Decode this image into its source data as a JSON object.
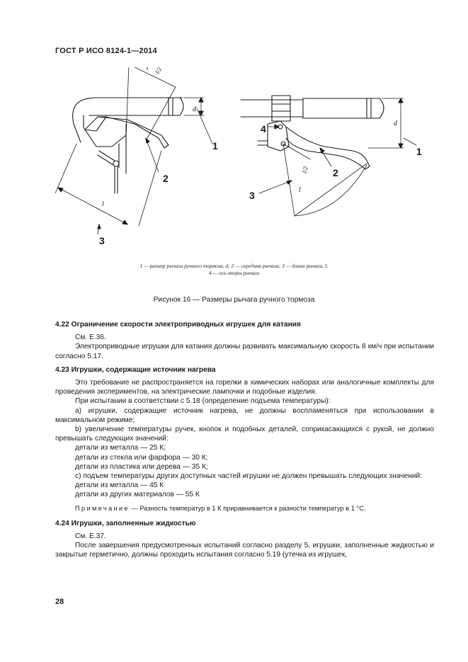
{
  "header": {
    "standard_id": "ГОСТ Р ИСО 8124-1—2014"
  },
  "figure": {
    "callouts": [
      "1",
      "2",
      "3",
      "4"
    ],
    "dimension_labels": {
      "d": "d",
      "l": "l",
      "half_l": "l/2"
    },
    "legend_line1": "1 — размер рычага ручного тормоза, d; 2 — середина рычага; 3 — длина рычага, l;",
    "legend_line2": "4 — ось опоры рычага",
    "caption": "Рисунок 16 — Размеры рычага ручного тормоза"
  },
  "sections": [
    {
      "heading": "4.22 Ограничение скорости электроприводных игрушек для катания",
      "paragraphs": [
        "См. Е.36.",
        "Электроприводные игрушки для катания должны развивать максимальную скорость 8 км/ч при испытании согласно 5.17."
      ]
    },
    {
      "heading": "4.23 Игрушки, содержащие источник нагрева",
      "paragraphs": [
        "Это требование не распространяется на горелки в химических наборах или аналогичные комплекты для проведения экспериментов, на электрические лампочки и подобные изделия.",
        "При испытании в соответствии с 5.18 (определение подъема температуры):",
        "a) игрушки, содержащие источник нагрева, не должны воспламеняться при использовании в максимальном режиме;",
        "b) увеличение температуры ручек, кнопок и подобных деталей, соприкасающихся с рукой, не должно превышать следующих значений:",
        "детали из металла — 25 К;",
        "детали из стекла или фарфора — 30 К;",
        "детали из пластика или дерева — 35 К;",
        "c) подъем температуры других доступных частей игрушки не должен превышать следующих значений:",
        "детали из металла — 45 К",
        "детали из других материалов — 55 К"
      ],
      "note_label": "Примечание",
      "note_text": " — Разность температур в 1 К приравнивается к разности температур в 1 °С."
    },
    {
      "heading": "4.24 Игрушки, заполненные жидкостью",
      "paragraphs": [
        "См. Е.37.",
        "После завершения предусмотренных испытаний согласно разделу 5, игрушки, заполненные жидкостью и закрытые герметично, должны проходить испытания согласно 5.19 (утечка из игрушек,"
      ]
    }
  ],
  "page_number": "28"
}
